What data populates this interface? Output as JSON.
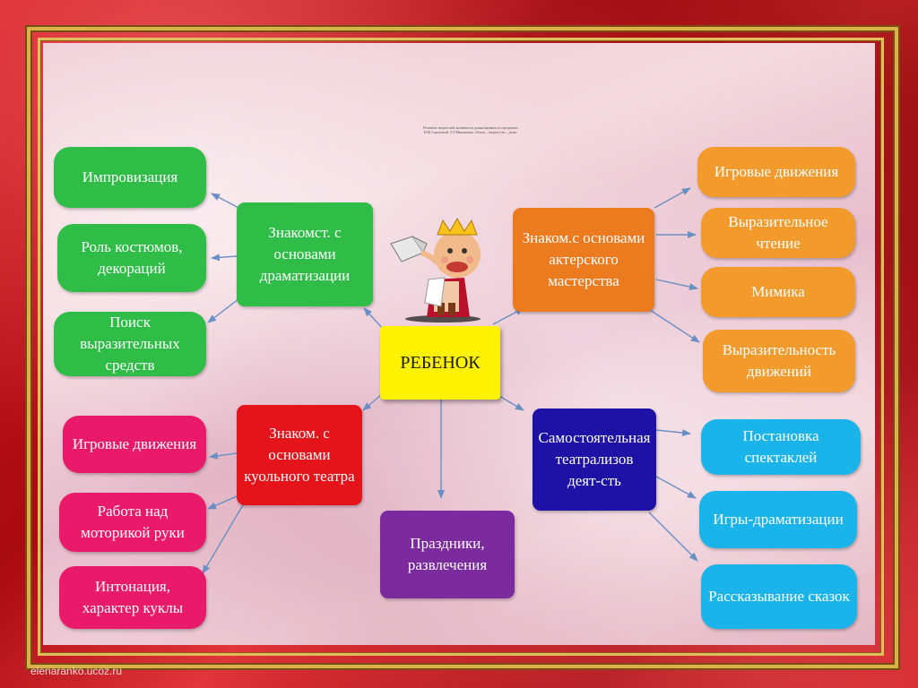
{
  "colors": {
    "green": "#2fbd48",
    "orange": "#f39a2c",
    "pink": "#ea1a6a",
    "blue": "#1ab4ea",
    "red": "#e5131a",
    "navy": "#1d11a6",
    "purple": "#7b2b9e",
    "yellow": "#fff200",
    "arrow": "#6a8fc4"
  },
  "note_text": "Развитие творческой активности дошкольников по программе Н.Ф.Сорокиной, Л.Г.Миланович «Театр – творчество – дети»",
  "center": {
    "label": "РЕБЕНОК"
  },
  "illustration": {
    "icon": "child-reading-book-icon"
  },
  "branches": {
    "dramatization": {
      "label": "Знакомст. с основами драматизации",
      "items": [
        "Импровизация",
        "Роль костюмов, декораций",
        "Поиск выразительных средств"
      ]
    },
    "acting": {
      "label": "Знаком.с основами актерского мастерства",
      "items": [
        "Игровые движения",
        "Выразительное чтение",
        "Мимика",
        "Выразительность движений"
      ]
    },
    "puppet": {
      "label": "Знаком. с основами куольного театра",
      "items": [
        "Игровые движения",
        "Работа над моторикой руки",
        "Интонация, характер куклы"
      ]
    },
    "independent": {
      "label": "Самостоятельная театрализов деят-сть",
      "items": [
        "Постановка спектаклей",
        "Игры-драматизации",
        "Рассказывание сказок"
      ]
    },
    "holidays": {
      "label": "Праздники, развлечения"
    }
  },
  "watermark": "elenaranko.ucoz.ru"
}
